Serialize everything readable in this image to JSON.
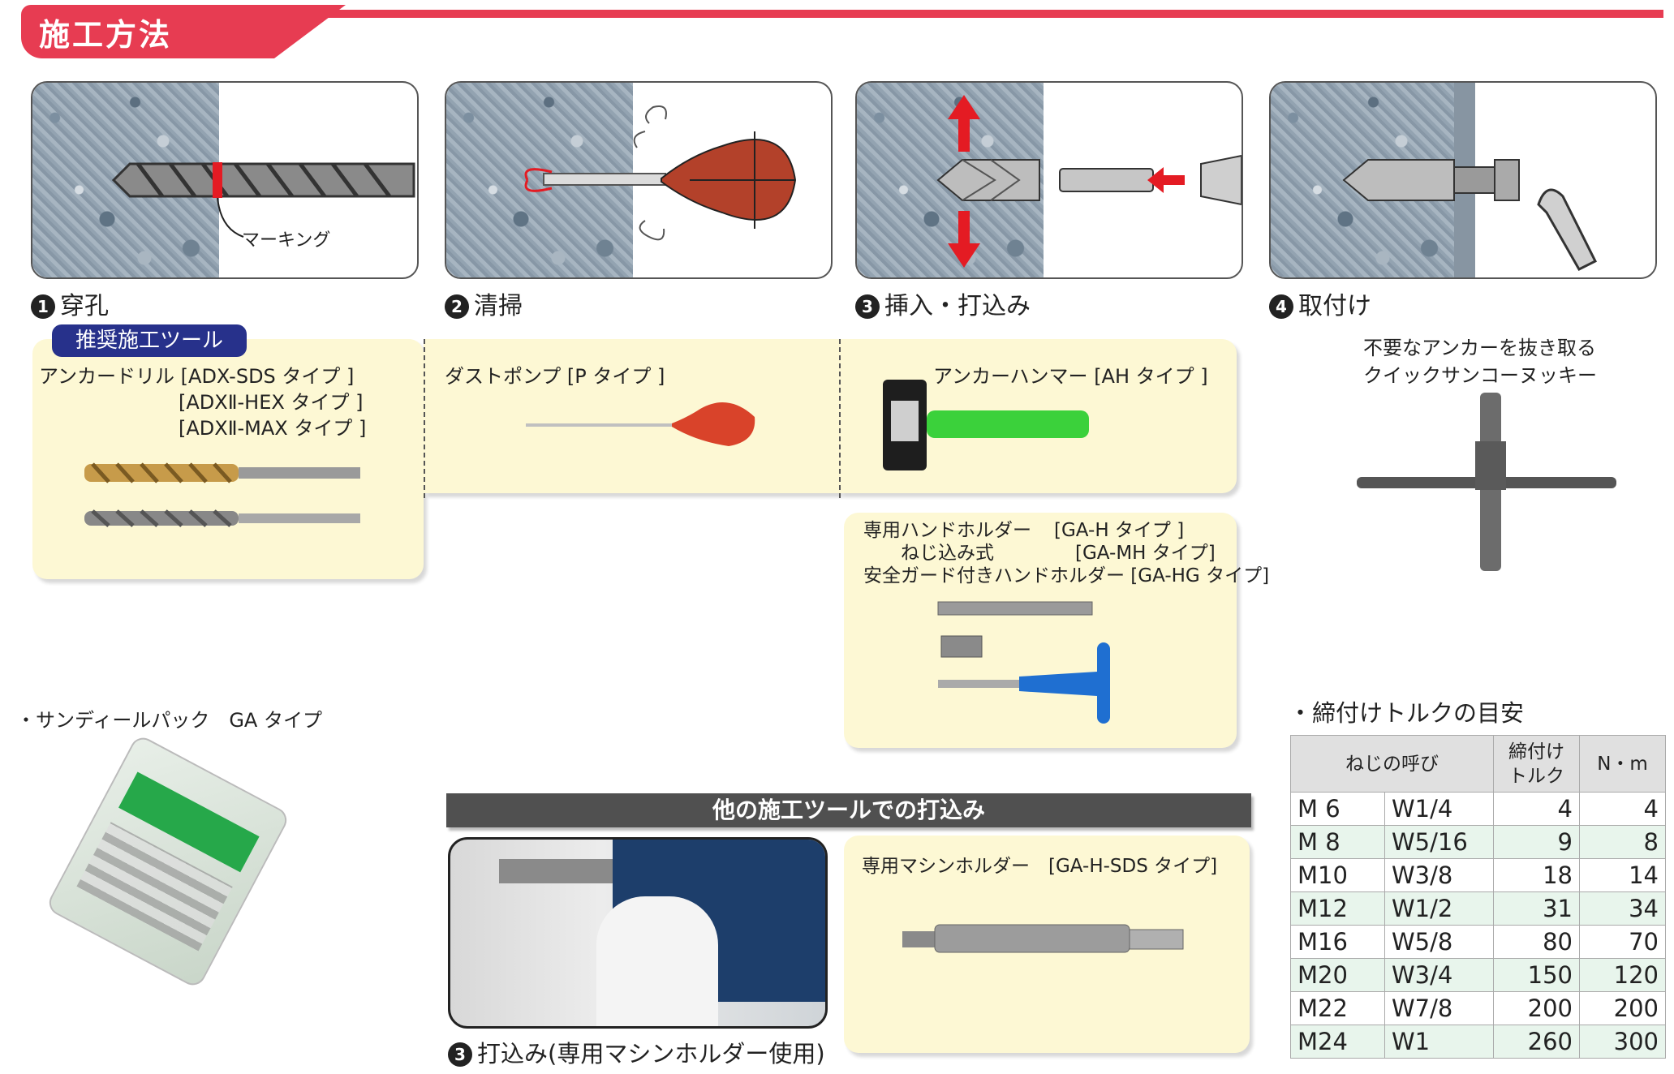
{
  "header": {
    "title": "施工方法"
  },
  "steps": [
    {
      "num": "1",
      "label": "穿孔",
      "annotation": "マーキング"
    },
    {
      "num": "2",
      "label": "清掃"
    },
    {
      "num": "3",
      "label": "挿入・打込み"
    },
    {
      "num": "4",
      "label": "取付け"
    }
  ],
  "tools": {
    "badge": "推奨施工ツール",
    "drill": {
      "line1": "アンカードリル [ADX-SDS タイプ ]",
      "line2": "[ADXⅡ-HEX タイプ ]",
      "line3": "[ADXⅡ-MAX タイプ ]"
    },
    "pump": "ダストポンプ [P タイプ ]",
    "hammer": "アンカーハンマー [AH タイプ ]",
    "holder": {
      "l1a": "専用ハンドホルダー",
      "l1b": "[GA-H タイプ ]",
      "l2a": "ねじ込み式",
      "l2b": "[GA-MH タイプ]",
      "l3": "安全ガード付きハンドホルダー [GA-HG タイプ]"
    },
    "remover": {
      "line1": "不要なアンカーを抜き取る",
      "line2": "クイックサンコーヌッキー"
    }
  },
  "pack": {
    "label": "・サンディールパック　GA タイプ"
  },
  "other": {
    "title": "他の施工ツールでの打込み",
    "photo_label_num": "3",
    "photo_label": "打込み(専用マシンホルダー使用)",
    "machine_holder": "専用マシンホルダー　[GA-H-SDS タイプ]"
  },
  "torque": {
    "title": "・締付けトルクの目安",
    "headers": {
      "name": "ねじの呼び",
      "torque1": "締付け",
      "torque2": "トルク",
      "unit": "N・m"
    },
    "rows": [
      [
        "M  6",
        "W1/4",
        "4",
        "4"
      ],
      [
        "M  8",
        "W5/16",
        "9",
        "8"
      ],
      [
        "M10",
        "W3/8",
        "18",
        "14"
      ],
      [
        "M12",
        "W1/2",
        "31",
        "34"
      ],
      [
        "M16",
        "W5/8",
        "80",
        "70"
      ],
      [
        "M20",
        "W3/4",
        "150",
        "120"
      ],
      [
        "M22",
        "W7/8",
        "200",
        "200"
      ],
      [
        "M24",
        "W1",
        "260",
        "300"
      ]
    ]
  },
  "colors": {
    "accent": "#e73c52",
    "badge": "#27318b",
    "panel": "#fdf8d4",
    "table_alt": "#e8f5ec"
  }
}
